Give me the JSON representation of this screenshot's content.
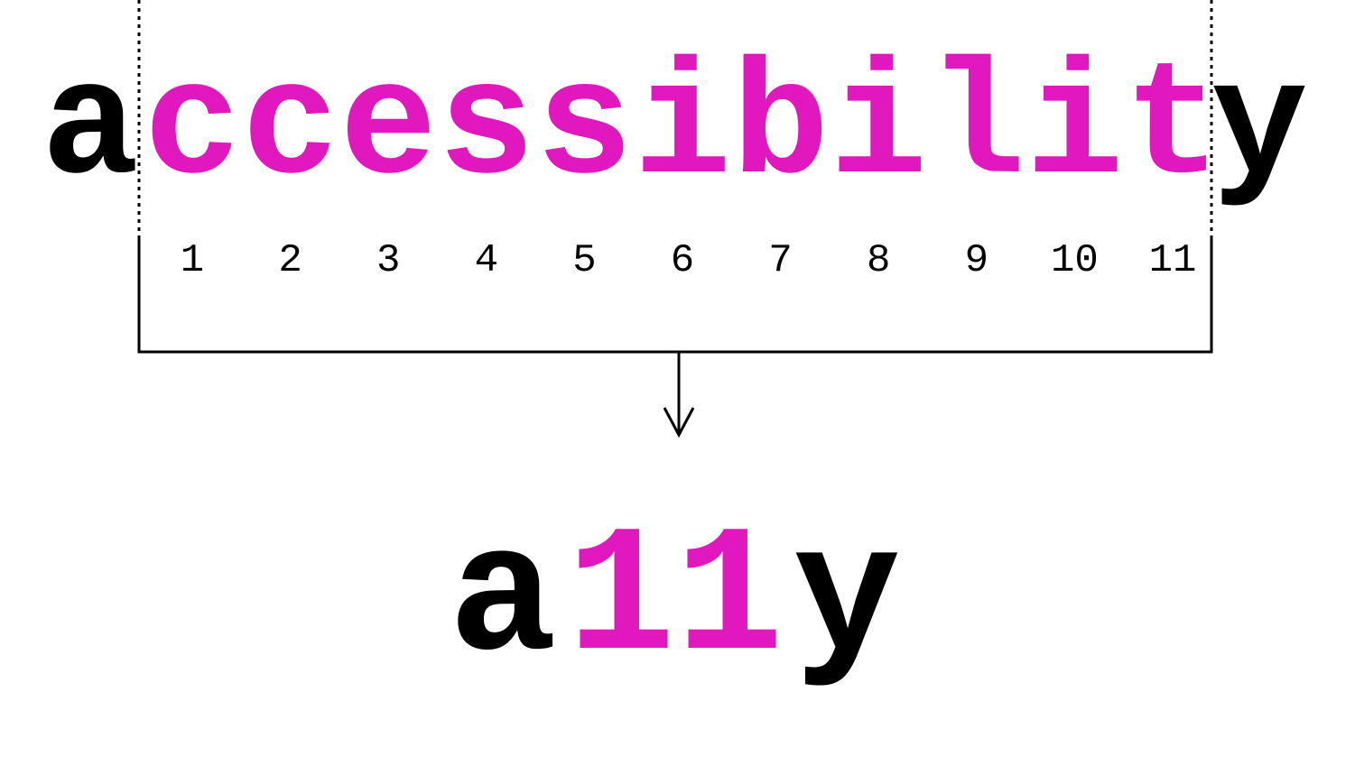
{
  "colors": {
    "accent": "#e018be",
    "text": "#000000",
    "background": "#ffffff"
  },
  "word": {
    "first": "a",
    "middle": [
      "c",
      "c",
      "e",
      "s",
      "s",
      "i",
      "b",
      "i",
      "l",
      "i",
      "t"
    ],
    "last": "y"
  },
  "counts": [
    "1",
    "2",
    "3",
    "4",
    "5",
    "6",
    "7",
    "8",
    "9",
    "10",
    "11"
  ],
  "abbreviation": {
    "first": "a",
    "middle": "11",
    "last": "y"
  }
}
